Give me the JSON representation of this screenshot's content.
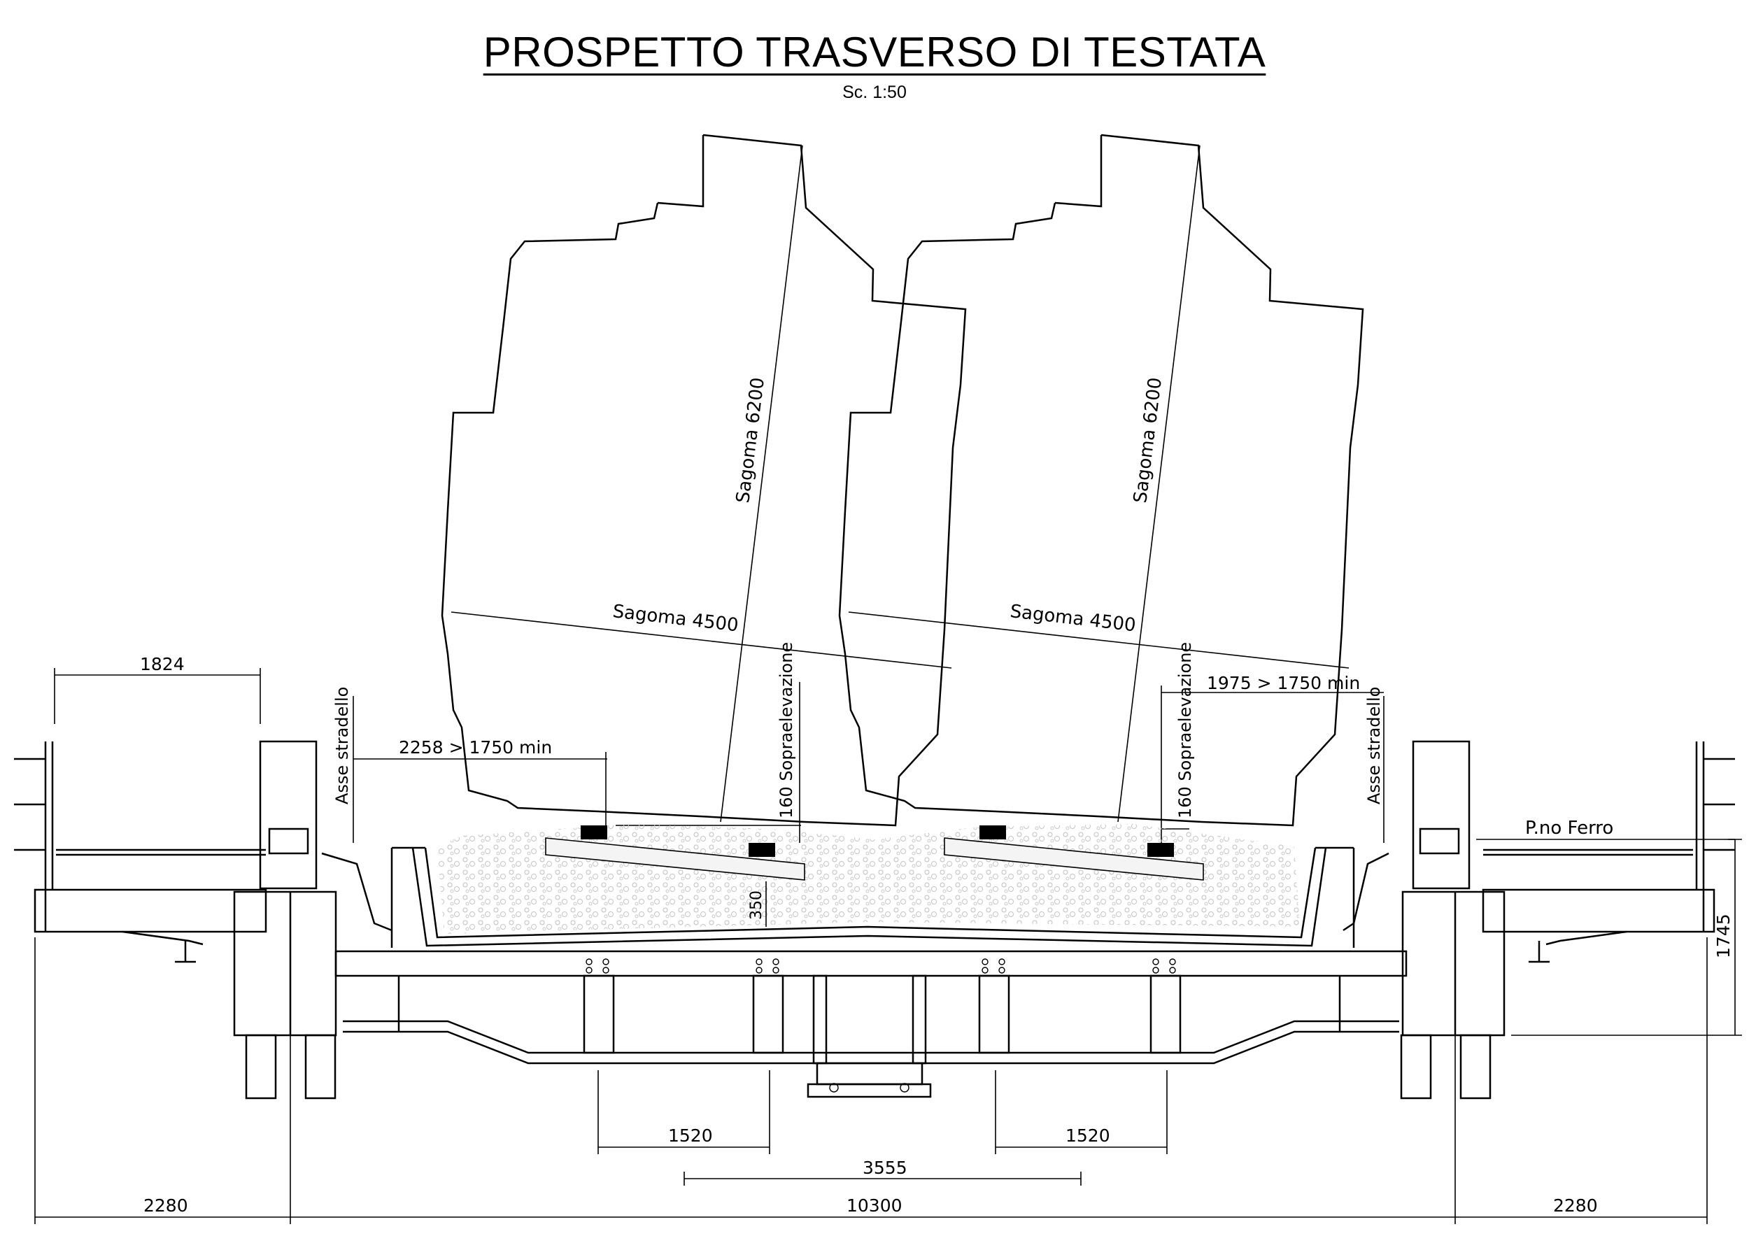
{
  "title": "PROSPETTO TRASVERSO DI TESTATA",
  "scale": "Sc. 1:50",
  "labels": {
    "sagoma_height": "Sagoma 6200",
    "sagoma_width": "Sagoma 4500",
    "soprael": "160 Sopraelevazione",
    "asse_stradello": "Asse stradello",
    "piano_ferro": "P.no Ferro",
    "ballast_depth": "350"
  },
  "dimensions": {
    "sidewalk_width": "1824",
    "left_clearance": "2258 > 1750 min",
    "right_clearance": "1975 > 1750 min",
    "track_gauge_left": "1520",
    "track_gauge_right": "1520",
    "track_spacing": "3555",
    "span_left": "2280",
    "span_main": "10300",
    "span_right": "2280",
    "deck_height": "1745"
  },
  "colors": {
    "line": "#000000",
    "ballast": "#d9d9d9",
    "background": "#ffffff"
  }
}
